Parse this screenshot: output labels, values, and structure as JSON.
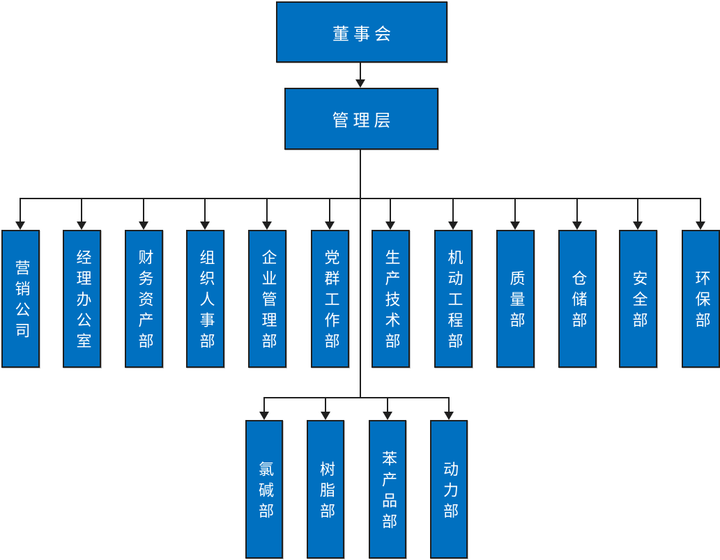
{
  "colors": {
    "box_fill": "#0070C0",
    "box_border": "#1F1F1F",
    "line": "#1F1F1F",
    "text": "#FFFFFF"
  },
  "nodes": {
    "board": {
      "label": "董事会"
    },
    "management": {
      "label": "管理层"
    },
    "departments": [
      {
        "label": "营销公司"
      },
      {
        "label": "经理办公室"
      },
      {
        "label": "财务资产部"
      },
      {
        "label": "组织人事部"
      },
      {
        "label": "企业管理部"
      },
      {
        "label": "党群工作部"
      },
      {
        "label": "生产技术部"
      },
      {
        "label": "机动工程部"
      },
      {
        "label": "质量部"
      },
      {
        "label": "仓储部"
      },
      {
        "label": "安全部"
      },
      {
        "label": "环保部"
      }
    ],
    "production_units": [
      {
        "label": "氯碱部"
      },
      {
        "label": "树脂部"
      },
      {
        "label": "苯产品部"
      },
      {
        "label": "动力部"
      }
    ]
  }
}
